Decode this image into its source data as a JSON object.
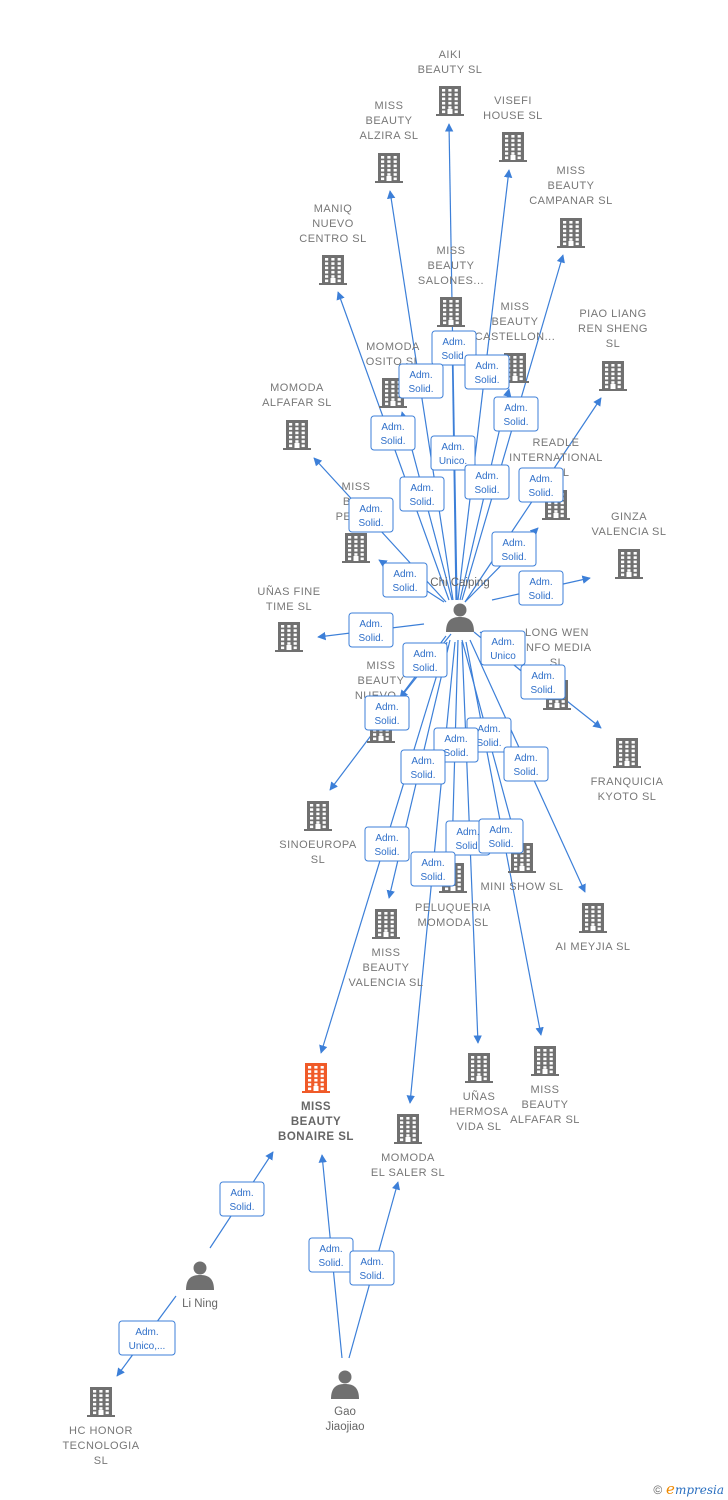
{
  "diagram": {
    "colors": {
      "edge": "#3c7fd8",
      "building": "#707070",
      "building_focus": "#f05a28",
      "person": "#707070",
      "label": "#777777"
    },
    "companies": [
      {
        "id": "aiki",
        "lines": [
          "AIKI",
          "BEAUTY  SL"
        ]
      },
      {
        "id": "visefi",
        "lines": [
          "VISEFI",
          "HOUSE  SL"
        ]
      },
      {
        "id": "alzira",
        "lines": [
          "MISS",
          "BEAUTY",
          "ALZIRA  SL"
        ]
      },
      {
        "id": "campanar",
        "lines": [
          "MISS",
          "BEAUTY",
          "CAMPANAR  SL"
        ]
      },
      {
        "id": "maniq",
        "lines": [
          "MANIQ",
          "NUEVO",
          "CENTRO  SL"
        ]
      },
      {
        "id": "salones",
        "lines": [
          "MISS",
          "BEAUTY",
          "SALONES..."
        ]
      },
      {
        "id": "castellon",
        "lines": [
          "MISS",
          "BEAUTY",
          "CASTELLON..."
        ]
      },
      {
        "id": "piao",
        "lines": [
          "PIAO LIANG",
          "REN SHENG",
          "SL"
        ]
      },
      {
        "id": "osito",
        "lines": [
          "MOMODA",
          "OSITO  SL"
        ]
      },
      {
        "id": "alfafar_momoda",
        "lines": [
          "MOMODA",
          "ALFAFAR  SL"
        ]
      },
      {
        "id": "readle",
        "lines": [
          "READLE",
          "INTERNATIONAL",
          "G  SL"
        ]
      },
      {
        "id": "pela",
        "lines": [
          "MISS",
          "BE...",
          "PELA..."
        ]
      },
      {
        "id": "ginza",
        "lines": [
          "GINZA",
          "VALENCIA  SL"
        ]
      },
      {
        "id": "unasfine",
        "lines": [
          "UÑAS FINE",
          "TIME  SL"
        ]
      },
      {
        "id": "longwen",
        "lines": [
          "LONG WEN",
          "INFO MEDIA",
          "SL"
        ]
      },
      {
        "id": "nuevo",
        "lines": [
          "MISS",
          "BEAUTY",
          "NUEVO..."
        ]
      },
      {
        "id": "kyoto",
        "lines": [
          "FRANQUICIA",
          "KYOTO  SL"
        ]
      },
      {
        "id": "sinoeuropa",
        "lines": [
          "SINOEUROPA",
          "SL"
        ]
      },
      {
        "id": "minishow",
        "lines": [
          "MINI SHOW  SL"
        ]
      },
      {
        "id": "peluqueria",
        "lines": [
          "PELUQUERIA",
          "MOMODA  SL"
        ]
      },
      {
        "id": "meyjia",
        "lines": [
          "AI MEYJIA  SL"
        ]
      },
      {
        "id": "valencia",
        "lines": [
          "MISS",
          "BEAUTY",
          "VALENCIA  SL"
        ]
      },
      {
        "id": "bonaire",
        "lines": [
          "MISS",
          "BEAUTY",
          "BONAIRE  SL"
        ],
        "focus": true
      },
      {
        "id": "hermosa",
        "lines": [
          "UÑAS",
          "HERMOSA",
          "VIDA  SL"
        ]
      },
      {
        "id": "alfafar_miss",
        "lines": [
          "MISS",
          "BEAUTY",
          "ALFAFAR  SL"
        ]
      },
      {
        "id": "saler",
        "lines": [
          "MOMODA",
          "EL SALER  SL"
        ]
      },
      {
        "id": "hchonor",
        "lines": [
          "HC HONOR",
          "TECNOLOGIA",
          "SL"
        ]
      }
    ],
    "people": [
      {
        "id": "chi",
        "name": "Chi Caiping"
      },
      {
        "id": "lining",
        "name": "Li Ning"
      },
      {
        "id": "gao",
        "name": "Gao Jiaojiao"
      }
    ],
    "edges": [
      {
        "from": "chi",
        "to": "aiki",
        "label": [
          "Adm.",
          "Solid."
        ]
      },
      {
        "from": "chi",
        "to": "visefi",
        "label": [
          "Adm.",
          "Solid."
        ]
      },
      {
        "from": "chi",
        "to": "alzira",
        "label": [
          "Adm.",
          "Solid."
        ]
      },
      {
        "from": "chi",
        "to": "campanar",
        "label": [
          "Adm.",
          "Solid."
        ]
      },
      {
        "from": "chi",
        "to": "maniq",
        "label": [
          "Adm.",
          "Solid."
        ]
      },
      {
        "from": "chi",
        "to": "salones",
        "label": [
          "Adm.",
          "Unico."
        ]
      },
      {
        "from": "chi",
        "to": "castellon",
        "label": [
          "Adm.",
          "Solid."
        ]
      },
      {
        "from": "chi",
        "to": "piao",
        "label": [
          "Adm.",
          "Solid."
        ]
      },
      {
        "from": "chi",
        "to": "osito",
        "label": [
          "Adm.",
          "Solid."
        ]
      },
      {
        "from": "chi",
        "to": "alfafar_momoda",
        "label": [
          "Adm.",
          "Solid."
        ]
      },
      {
        "from": "chi",
        "to": "readle",
        "label": [
          "Adm.",
          "Solid."
        ]
      },
      {
        "from": "chi",
        "to": "pela",
        "label": [
          "Adm.",
          "Solid."
        ]
      },
      {
        "from": "chi",
        "to": "ginza",
        "label": [
          "Adm.",
          "Solid."
        ]
      },
      {
        "from": "chi",
        "to": "unasfine",
        "label": [
          "Adm.",
          "Solid."
        ]
      },
      {
        "from": "chi",
        "to": "longwen",
        "label": [
          "Adm.",
          "Unico"
        ]
      },
      {
        "from": "chi",
        "to": "nuevo",
        "label": [
          "Adm.",
          "Solid."
        ]
      },
      {
        "from": "chi",
        "to": "kyoto",
        "label": [
          "Adm.",
          "Solid."
        ]
      },
      {
        "from": "chi",
        "to": "sinoeuropa",
        "label": [
          "Adm.",
          "Solid."
        ]
      },
      {
        "from": "chi",
        "to": "minishow",
        "label": [
          "Adm.",
          "Solid."
        ]
      },
      {
        "from": "chi",
        "to": "peluqueria",
        "label": [
          "Adm.",
          "Solid."
        ]
      },
      {
        "from": "chi",
        "to": "meyjia",
        "label": [
          "Adm.",
          "Solid."
        ]
      },
      {
        "from": "chi",
        "to": "valencia",
        "label": [
          "Adm.",
          "Solid."
        ]
      },
      {
        "from": "chi",
        "to": "bonaire",
        "label": [
          "Adm.",
          "Solid."
        ]
      },
      {
        "from": "chi",
        "to": "hermosa",
        "label": [
          "Adm.",
          "Solid."
        ]
      },
      {
        "from": "chi",
        "to": "alfafar_miss",
        "label": [
          "Adm.",
          "Solid."
        ]
      },
      {
        "from": "chi",
        "to": "saler",
        "label": [
          "Adm.",
          "Solid."
        ]
      },
      {
        "from": "lining",
        "to": "bonaire",
        "label": [
          "Adm.",
          "Solid."
        ]
      },
      {
        "from": "lining",
        "to": "hchonor",
        "label": [
          "Adm.",
          "Unico,..."
        ]
      },
      {
        "from": "gao",
        "to": "bonaire",
        "label": [
          "Adm.",
          "Solid."
        ]
      },
      {
        "from": "gao",
        "to": "saler",
        "label": [
          "Adm.",
          "Solid."
        ]
      }
    ]
  },
  "footer": {
    "copyright": "©",
    "brand_initial": "e",
    "brand_rest": "mpresia"
  }
}
